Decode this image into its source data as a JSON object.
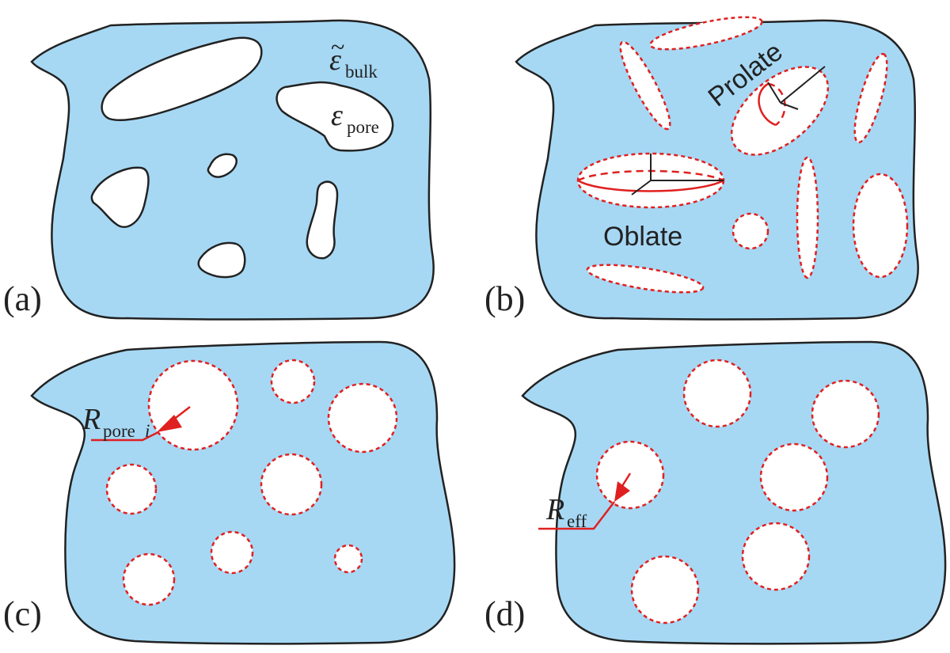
{
  "colors": {
    "bulk": "#a6d8f4",
    "accent": "#e02020",
    "outline": "#222222"
  },
  "panels": {
    "a": {
      "label": "(a)",
      "bulk_symbol": "ε",
      "bulk_subscript": "bulk",
      "bulk_tilde": "~",
      "pore_symbol": "ε",
      "pore_subscript": "pore"
    },
    "b": {
      "label": "(b)",
      "prolate": "Prolate",
      "oblate": "Oblate"
    },
    "c": {
      "label": "(c)",
      "radius_symbol": "R",
      "radius_subscript": "pore",
      "radius_index": "i"
    },
    "d": {
      "label": "(d)",
      "radius_symbol": "R",
      "radius_subscript": "eff"
    }
  }
}
